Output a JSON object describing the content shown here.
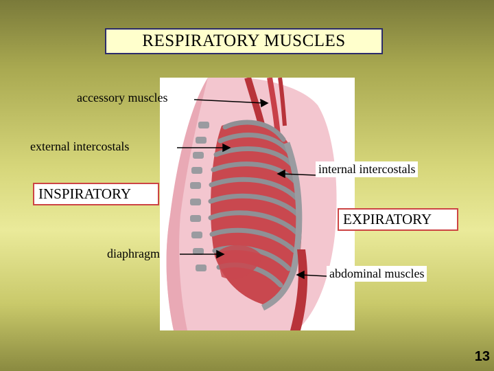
{
  "title": "RESPIRATORY MUSCLES",
  "labels": {
    "accessory": "accessory muscles",
    "external": "external  intercostals",
    "internal": "internal intercostals",
    "inspiratory": "INSPIRATORY",
    "expiratory": "EXPIRATORY",
    "diaphragm": "diaphragm",
    "abdominal": "abdominal muscles"
  },
  "slide_number": "13",
  "colors": {
    "muscle": "#b8333a",
    "rib": "#8f9095",
    "tissue": "#f2c3cc",
    "box_border": "#cc4444"
  }
}
